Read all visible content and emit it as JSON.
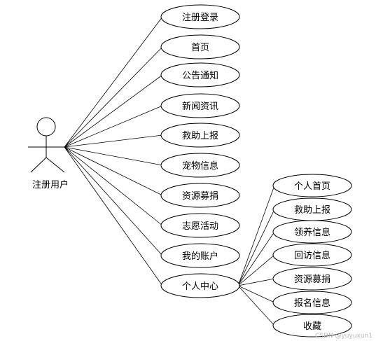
{
  "actor": {
    "label": "注册用户"
  },
  "use_cases": [
    {
      "id": "register-login",
      "label": "注册登录"
    },
    {
      "id": "home",
      "label": "首页"
    },
    {
      "id": "notice",
      "label": "公告通知"
    },
    {
      "id": "news",
      "label": "新闻资讯"
    },
    {
      "id": "rescue-report",
      "label": "救助上报"
    },
    {
      "id": "pet-info",
      "label": "宠物信息"
    },
    {
      "id": "donation",
      "label": "资源募捐"
    },
    {
      "id": "volunteer",
      "label": "志愿活动"
    },
    {
      "id": "my-account",
      "label": "我的账户"
    },
    {
      "id": "personal-center",
      "label": "个人中心"
    }
  ],
  "sub_use_cases": [
    {
      "id": "personal-home",
      "label": "个人首页"
    },
    {
      "id": "rescue-report-2",
      "label": "救助上报"
    },
    {
      "id": "adoption-info",
      "label": "领养信息"
    },
    {
      "id": "revisit-info",
      "label": "回访信息"
    },
    {
      "id": "donation-2",
      "label": "资源募捐"
    },
    {
      "id": "signup-info",
      "label": "报名信息"
    },
    {
      "id": "favorites",
      "label": "收藏"
    }
  ],
  "watermark": "CSDN @yuyuxun1"
}
